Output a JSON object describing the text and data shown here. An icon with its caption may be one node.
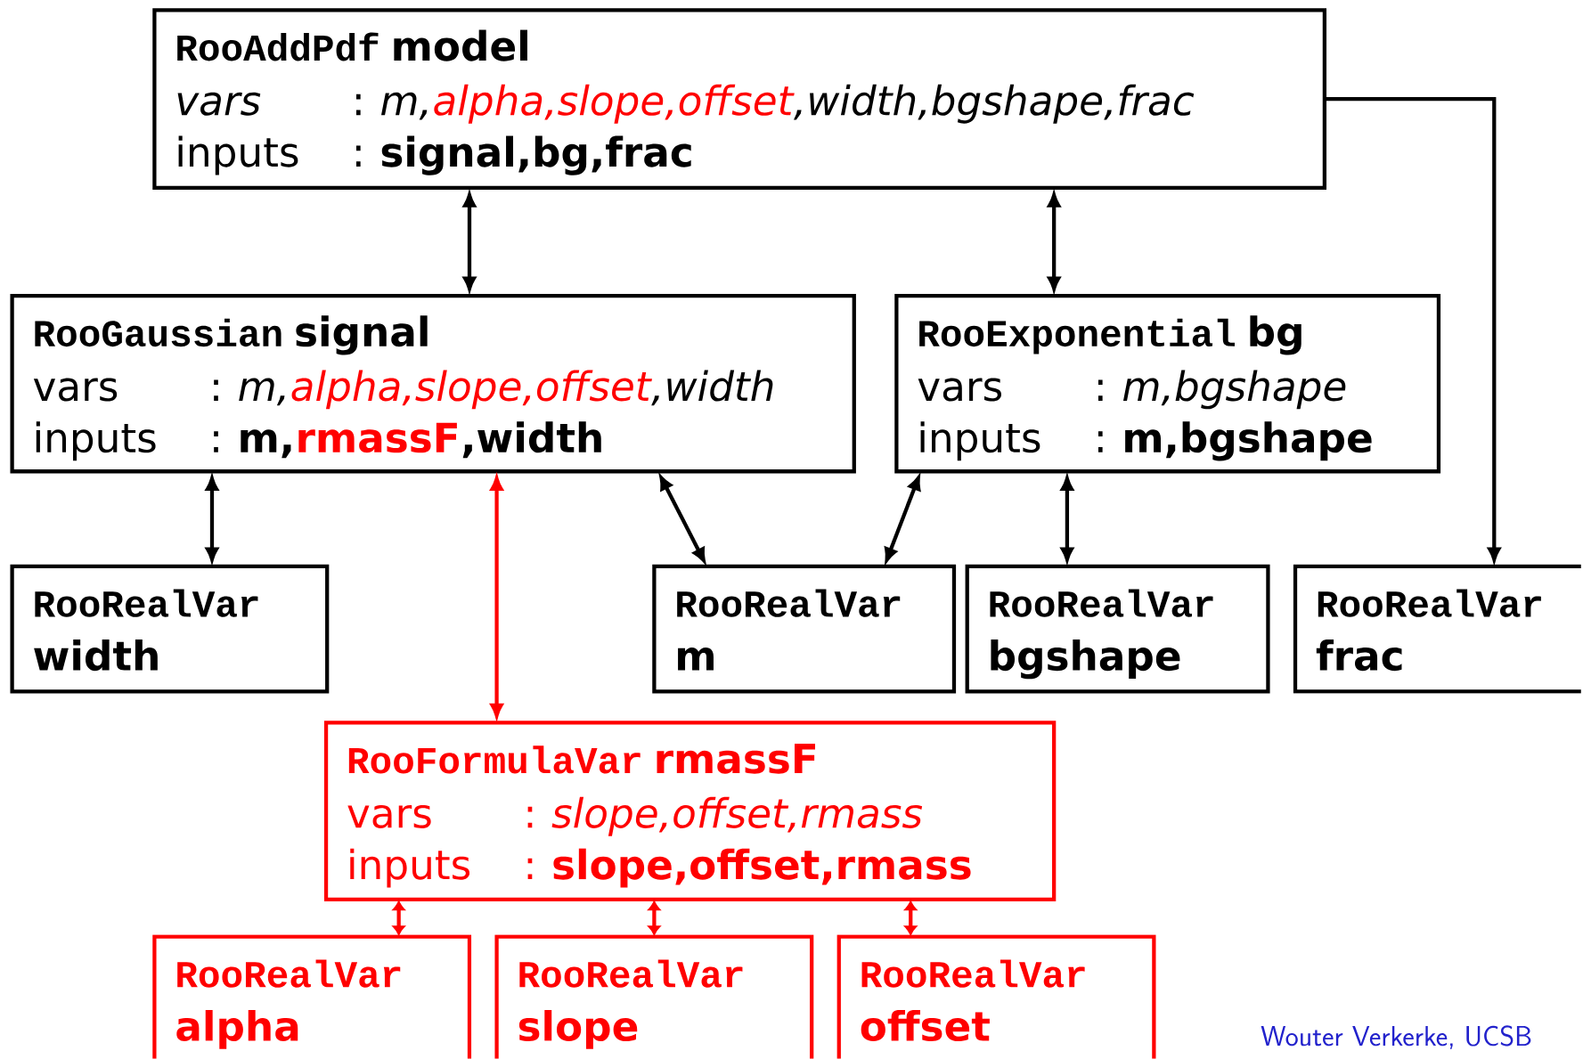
{
  "diagram": {
    "nodes": [
      {
        "text": [
          "RooAddPdf",
          "model",
          "vars",
          ":",
          "m,",
          "alpha,slope,offset",
          ",width,bgshape,frac",
          "inputs",
          ":",
          "signal,bg,frac"
        ]
      },
      {
        "text": [
          "RooGaussian",
          "signal",
          "vars",
          ":",
          "m,",
          "alpha,slope,offset",
          ",width",
          "inputs",
          ":",
          "m,",
          "rmassF",
          ",width"
        ]
      },
      {
        "text": [
          "RooExponential",
          "bg",
          "vars",
          ":",
          "m,bgshape",
          "inputs",
          ":",
          "m,bgshape"
        ]
      },
      {
        "text": [
          "RooRealVar",
          "width"
        ]
      },
      {
        "text": [
          "RooRealVar",
          "m"
        ]
      },
      {
        "text": [
          "RooRealVar",
          "bgshape"
        ]
      },
      {
        "text": [
          "RooRealVar",
          "frac"
        ]
      },
      {
        "text": [
          "RooFormulaVar",
          "rmassF",
          "vars",
          ":",
          "slope,offset,rmass",
          "inputs",
          ":",
          "slope,offset,rmass"
        ]
      },
      {
        "text": [
          "RooRealVar",
          "alpha"
        ]
      },
      {
        "text": [
          "RooRealVar",
          "slope"
        ]
      },
      {
        "text": [
          "RooRealVar",
          "offset"
        ]
      }
    ],
    "edges": [
      {
        "from": 0,
        "to": 1,
        "arrow": "both"
      },
      {
        "from": 0,
        "to": 2,
        "arrow": "both"
      },
      {
        "from": 0,
        "to": 6,
        "arrow": "to"
      },
      {
        "from": 1,
        "to": 3,
        "arrow": "both"
      },
      {
        "from": 1,
        "to": 7,
        "arrow": "both",
        "color": "#ff0000"
      },
      {
        "from": 1,
        "to": 4,
        "arrow": "both"
      },
      {
        "from": 2,
        "to": 4,
        "arrow": "both"
      },
      {
        "from": 2,
        "to": 5,
        "arrow": "both"
      },
      {
        "from": 7,
        "to": 8,
        "arrow": "both",
        "color": "#ff0000"
      },
      {
        "from": 7,
        "to": 9,
        "arrow": "both",
        "color": "#ff0000"
      },
      {
        "from": 7,
        "to": 10,
        "arrow": "both",
        "color": "#ff0000"
      }
    ],
    "labels": [
      "Wouter Verkerke, UCSB"
    ]
  }
}
